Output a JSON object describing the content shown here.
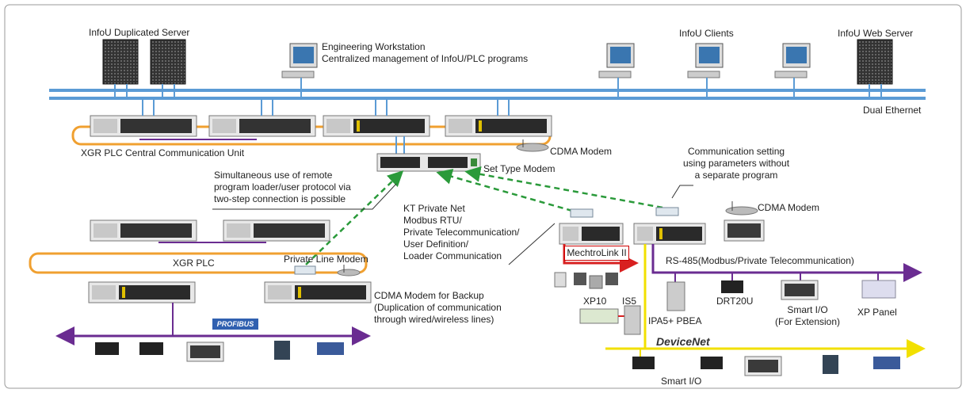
{
  "labels": {
    "infou_duplicated_server": "InfoU Duplicated Server",
    "engineering_workstation": "Engineering Workstation\nCentralized management of InfoU/PLC programs",
    "infou_clients": "InfoU Clients",
    "infou_web_server": "InfoU Web Server",
    "dual_ethernet": "Dual Ethernet",
    "xgr_central": "XGR PLC Central Communication Unit",
    "cdma_modem_top": "CDMA Modem",
    "set_type_modem": "Set Type Modem",
    "comm_setting": "Communication setting\nusing parameters without\na separate program",
    "simultaneous": "Simultaneous use of remote\nprogram loader/user protocol via\ntwo-step connection is possible",
    "kt_private_net": "KT Private Net\nModbus RTU/\nPrivate Telecommunication/\nUser Definition/\nLoader Communication",
    "cdma_modem_right": "CDMA Modem",
    "mechtrolink": "MechtroLink II",
    "rs485": "RS-485(Modbus/Private Telecommunication)",
    "xgr_plc": "XGR PLC",
    "private_line_modem": "Private Line Modem",
    "cdma_backup": "CDMA Modem for Backup\n(Duplication of communication\nthrough wired/wireless lines)",
    "xp10": "XP10",
    "is5": "IS5",
    "ipa5": "IPA5+ PBEA",
    "drt20u": "DRT20U",
    "smart_io_ext": "Smart I/O\n(For Extension)",
    "xp_panel": "XP Panel",
    "devicenet": "DeviceNet",
    "profibus": "PROFIBUS",
    "smart_io": "Smart I/O"
  },
  "colors": {
    "ethernet": "#5b9bd5",
    "plc_ring": "#f0a030",
    "modem_link": "#2a9a3a",
    "purple_bus": "#6a2c91",
    "yellow_bus": "#f2e000",
    "red_bus": "#d82020",
    "frame": "#999999"
  }
}
